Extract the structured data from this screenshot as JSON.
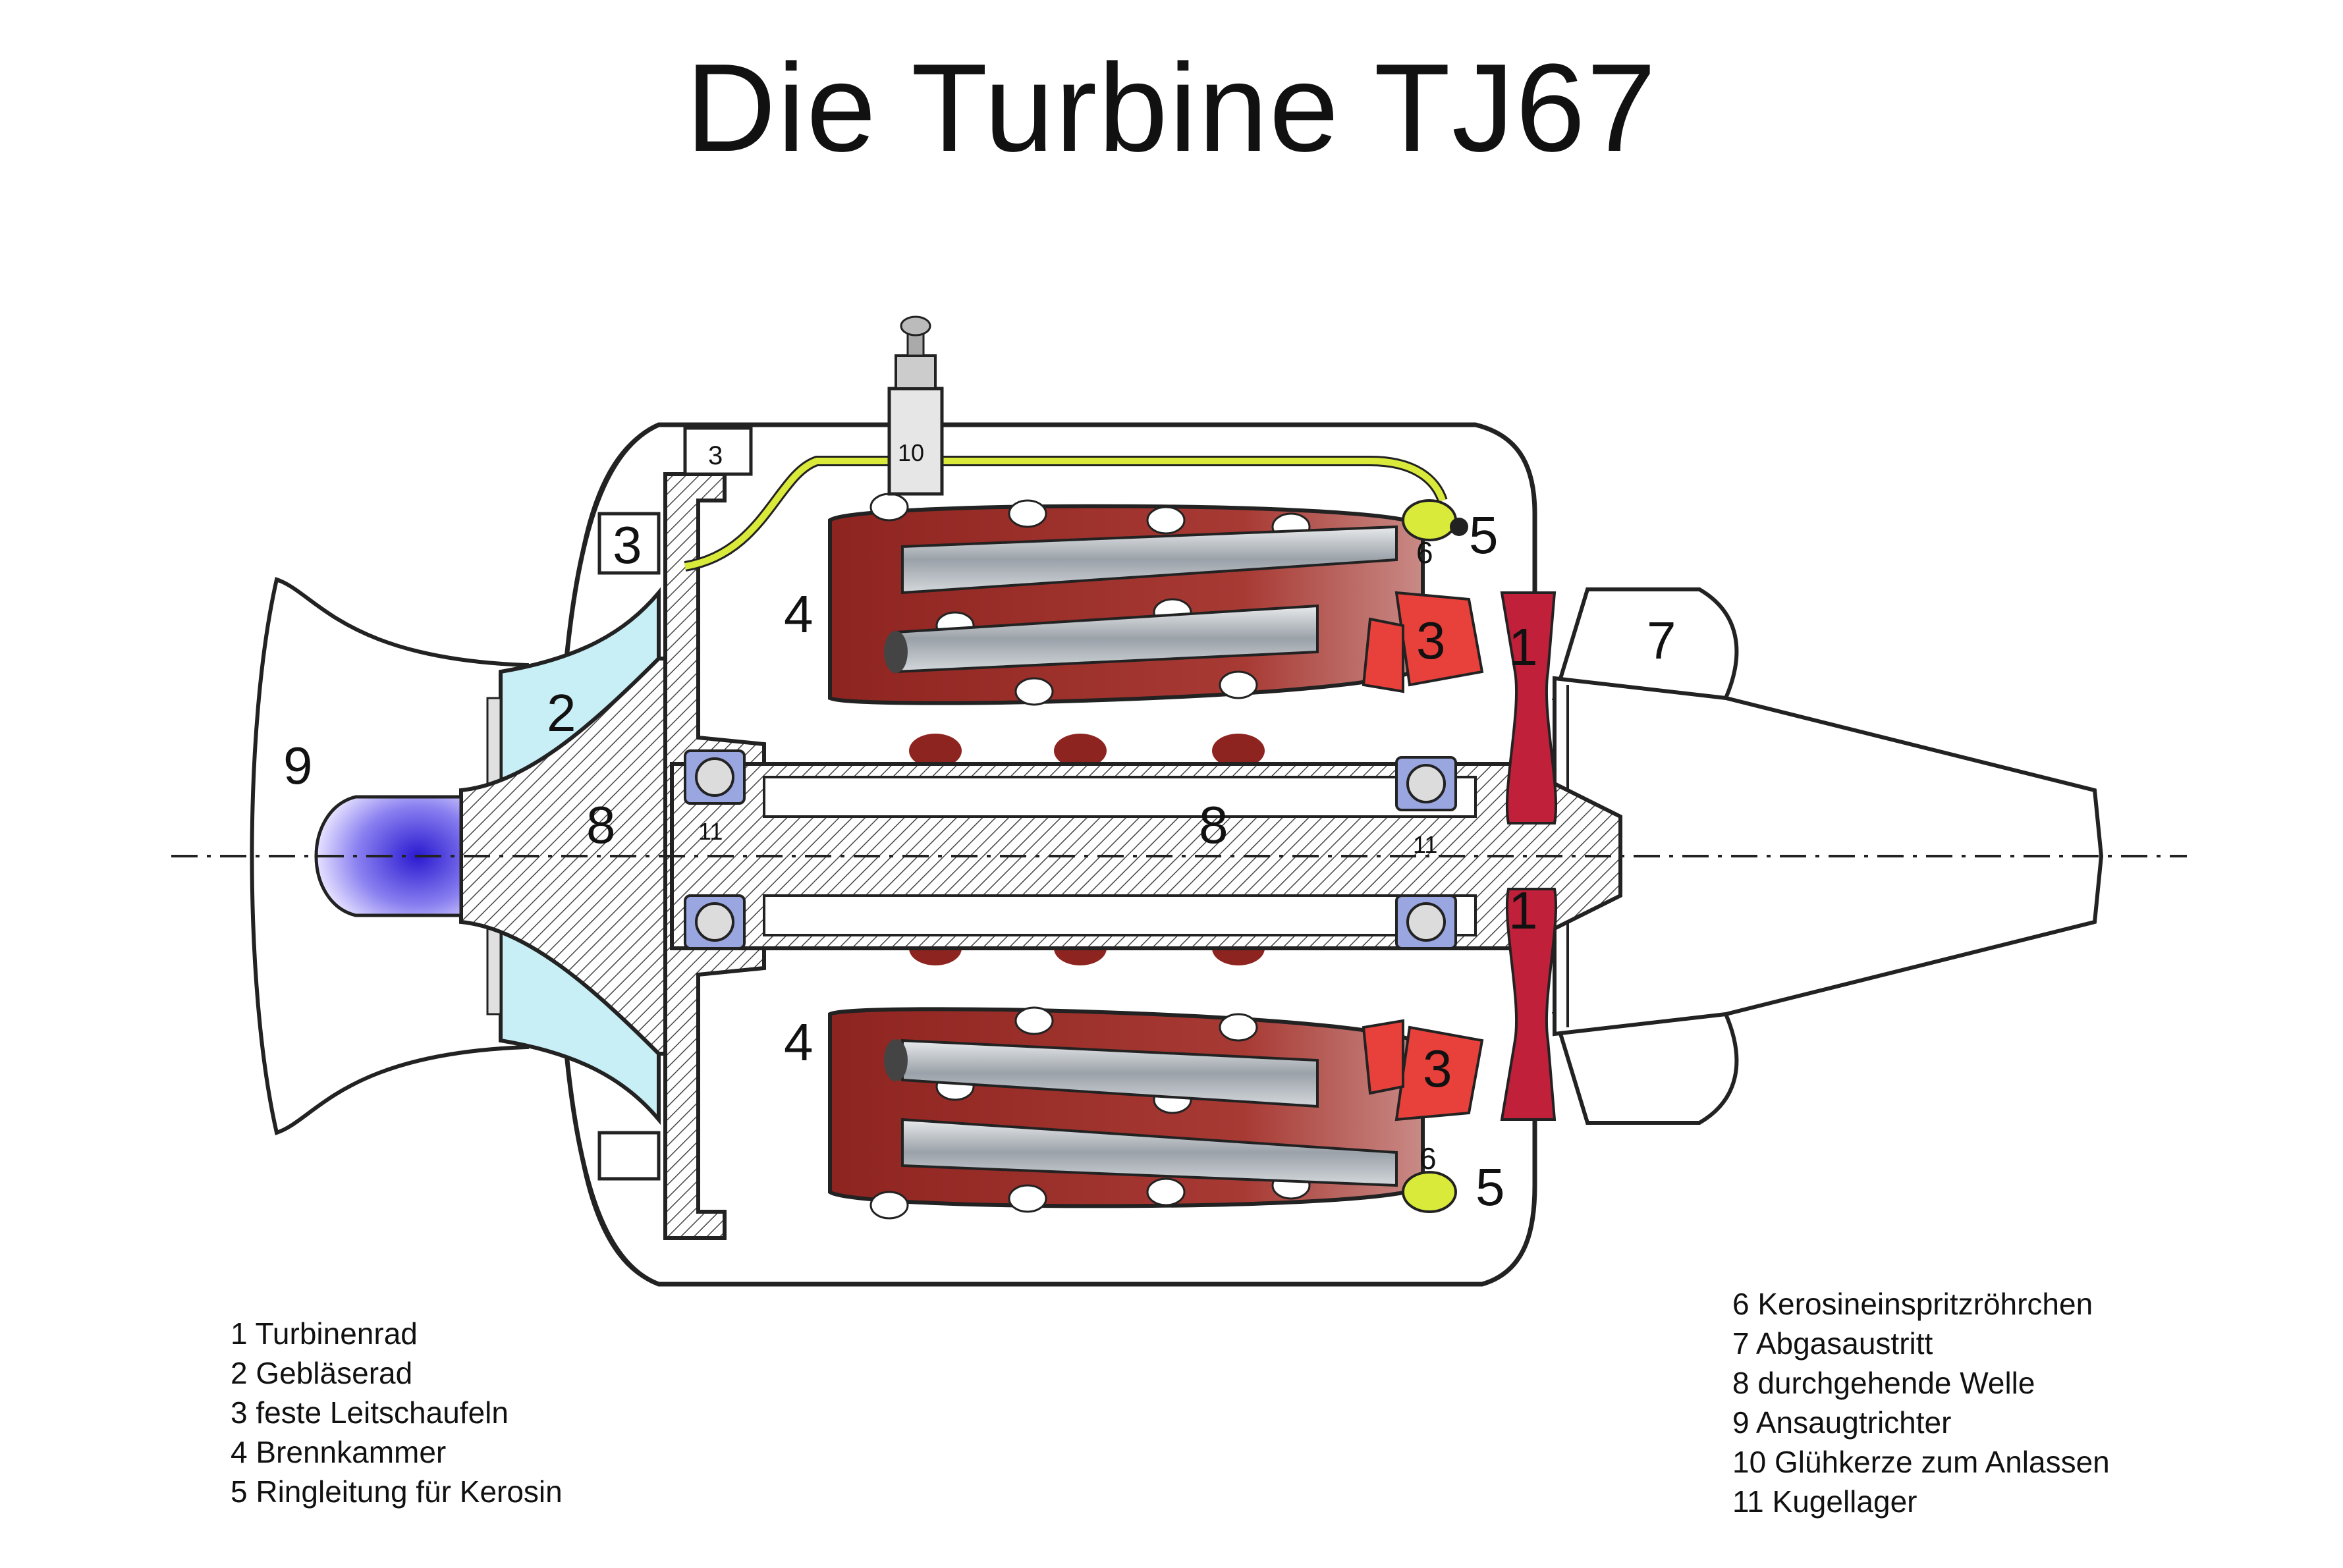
{
  "title": "Die Turbine TJ67",
  "diagram": {
    "labels": {
      "turbine_wheel": "1",
      "blower_wheel": "2",
      "guide_vanes": "3",
      "combustion_chamber": "4",
      "ring_line": "5",
      "injector": "6",
      "exhaust": "7",
      "shaft": "8",
      "intake": "9",
      "glow_plug": "10",
      "bearing": "11"
    },
    "colors": {
      "combustion": "#a8302b",
      "turbine": "#c0203a",
      "guide_vane": "#e8403a",
      "impeller": "#c8eef6",
      "fuel_line": "#d9ea3a",
      "nose_cone": "#6a5ce0",
      "bearing": "#9aa6e0",
      "tube": "#b0b6bc"
    }
  },
  "legend": {
    "left": [
      "1 Turbinenrad",
      "2 Gebläserad",
      "3 feste Leitschaufeln",
      "4 Brennkammer",
      "5 Ringleitung für Kerosin"
    ],
    "right": [
      "6 Kerosineinspritzröhrchen",
      "7 Abgasaustritt",
      "8 durchgehende Welle",
      "9 Ansaugtrichter",
      "10 Glühkerze zum Anlassen",
      "11 Kugellager"
    ]
  }
}
